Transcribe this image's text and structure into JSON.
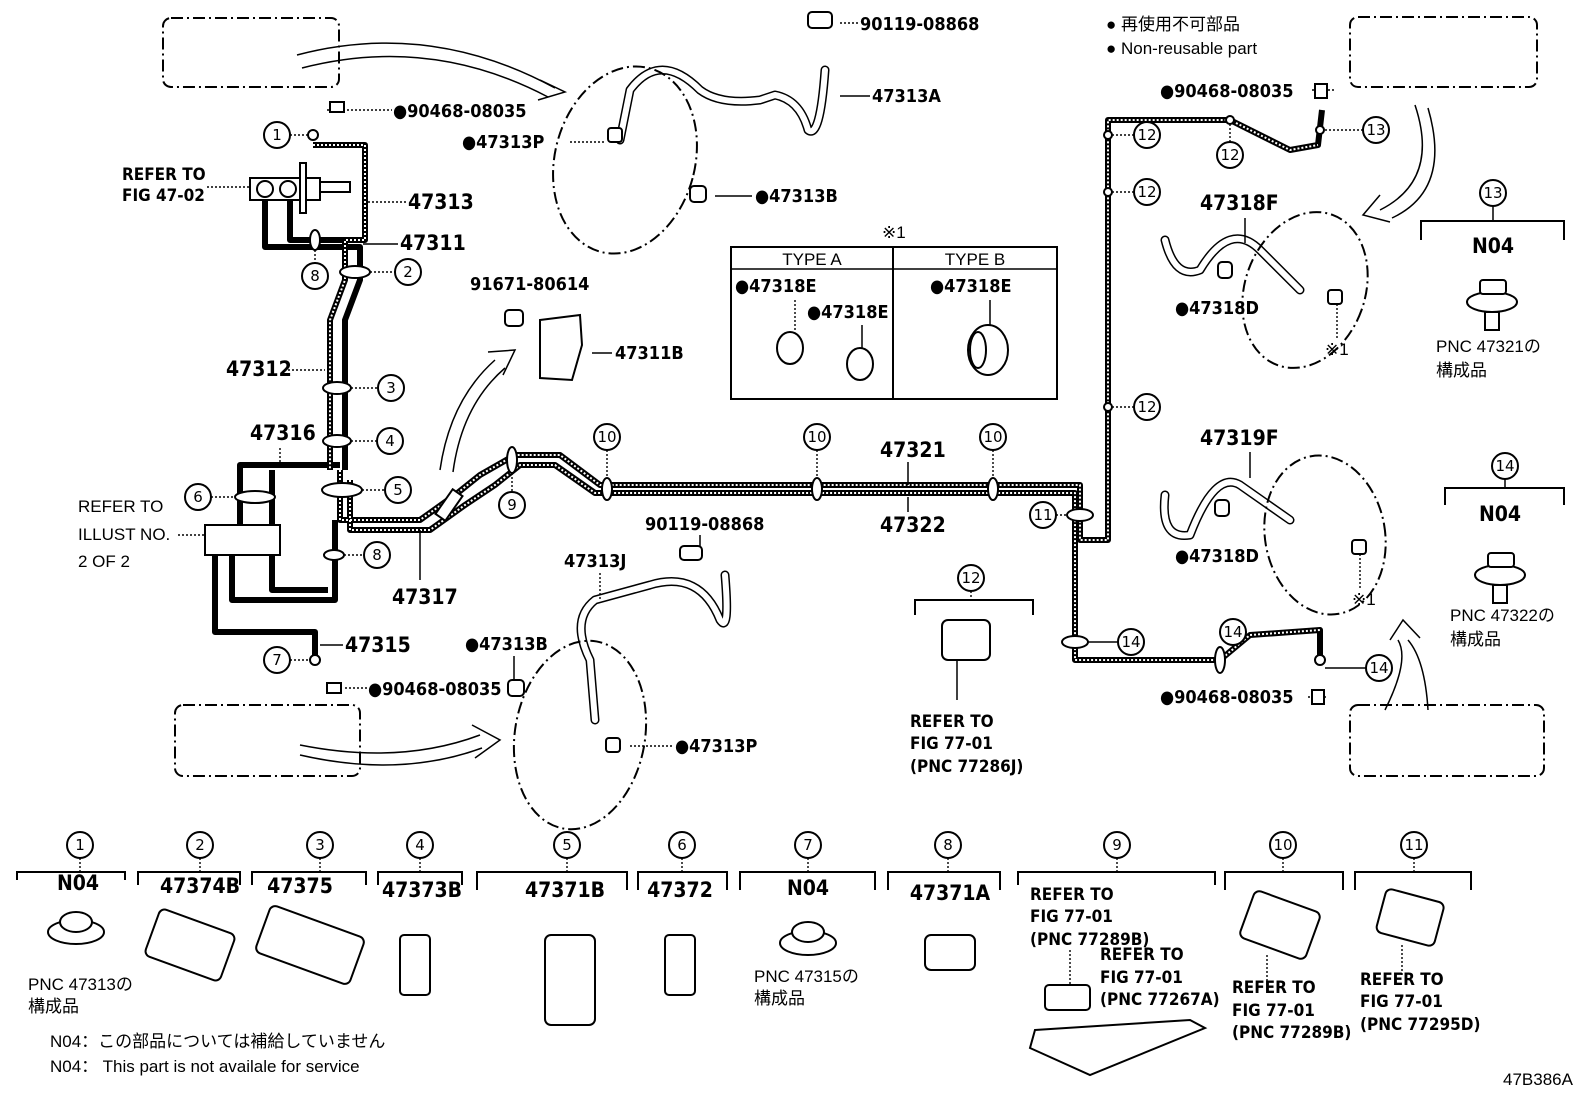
{
  "legend": {
    "jp": "● 再使用不可部品",
    "en": "● Non-reusable part"
  },
  "figure_id": "47B386A",
  "notes": {
    "jp": "N04：この部品については補給していません",
    "en": "N04： This part is not availale for service"
  },
  "refer_labels": {
    "fig4702_line1": "REFER TO",
    "fig4702_line2": "FIG 47-02",
    "illust_line1": "REFER TO",
    "illust_line2": "ILLUST NO.",
    "illust_line3": "2 OF 2",
    "clip12_line1": "REFER TO",
    "clip12_line2": "FIG 77-01",
    "clip12_line3": "(PNC 77286J)"
  },
  "parts": {
    "p90468_tl": "●90468-08035",
    "p47313P_t": "●47313P",
    "p90119_t": "90119-08868",
    "p47313A": "47313A",
    "p47313B_t": "●47313B",
    "p47313": "47313",
    "p47311": "47311",
    "p47312": "47312",
    "p91671": "91671-80614",
    "p47311B": "47311B",
    "p47316": "47316",
    "p47317": "47317",
    "p47315": "47315",
    "p90468_bl": "●90468-08035",
    "p47313B_b": "●47313B",
    "p47313J": "47313J",
    "p90119_b": "90119-08868",
    "p47313P_b": "●47313P",
    "p47321": "47321",
    "p47322": "47322",
    "p90468_tr": "●90468-08035",
    "p47318F": "47318F",
    "p47318D_t": "●47318D",
    "p47319F": "47319F",
    "p47318D_b": "●47318D",
    "p90468_br": "●90468-08035",
    "ref_mark1": "※1",
    "ref_mark2": "※1"
  },
  "type_table": {
    "header": "※1",
    "type_a": "TYPE A",
    "type_b": "TYPE B",
    "a_part1": "●47318E",
    "a_part2": "●47318E",
    "b_part": "●47318E"
  },
  "callouts": [
    "1",
    "2",
    "3",
    "4",
    "5",
    "6",
    "7",
    "8",
    "9",
    "10",
    "11",
    "12",
    "13",
    "14"
  ],
  "side_clips": {
    "c13": {
      "num": "13",
      "part": "N04",
      "pnc": "PNC 47321の",
      "sub": "構成品"
    },
    "c14": {
      "num": "14",
      "part": "N04",
      "pnc": "PNC 47322の",
      "sub": "構成品"
    }
  },
  "bottom_clips": [
    {
      "num": "1",
      "part": "N04",
      "line1": "PNC 47313の",
      "line2": "構成品"
    },
    {
      "num": "2",
      "part": "47374B"
    },
    {
      "num": "3",
      "part": "47375"
    },
    {
      "num": "4",
      "part": "47373B"
    },
    {
      "num": "5",
      "part": "47371B"
    },
    {
      "num": "6",
      "part": "47372"
    },
    {
      "num": "7",
      "part": "N04",
      "line1": "PNC 47315の",
      "line2": "構成品"
    },
    {
      "num": "8",
      "part": "47371A"
    },
    {
      "num": "9",
      "ref1_l1": "REFER TO",
      "ref1_l2": "FIG 77-01",
      "ref1_l3": "(PNC 77289B)",
      "ref2_l1": "REFER TO",
      "ref2_l2": "FIG 77-01",
      "ref2_l3": "(PNC 77267A)"
    },
    {
      "num": "10",
      "ref_l1": "REFER TO",
      "ref_l2": "FIG 77-01",
      "ref_l3": "(PNC 77289B)"
    },
    {
      "num": "11",
      "ref_l1": "REFER TO",
      "ref_l2": "FIG 77-01",
      "ref_l3": "(PNC 77295D)"
    }
  ]
}
